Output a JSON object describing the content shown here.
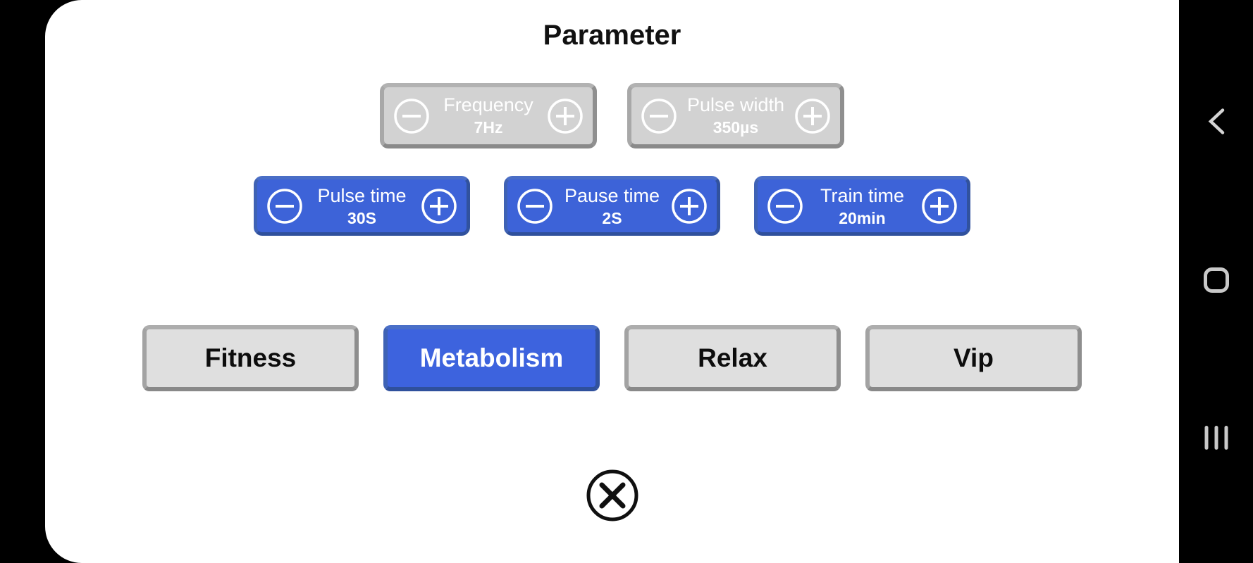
{
  "title": "Parameter",
  "colors": {
    "accent_blue": "#3d63d8",
    "selected_mode_blue": "#3d63de",
    "disabled_panel_gray": "#d2d2d2",
    "mode_button_gray": "#dfdfdf",
    "navbar_black": "#000000",
    "panel_white": "#ffffff"
  },
  "disabled_params": [
    {
      "label": "Frequency",
      "value": "7Hz"
    },
    {
      "label": "Pulse width",
      "value": "350µs"
    }
  ],
  "active_params": [
    {
      "label": "Pulse time",
      "value": "30S"
    },
    {
      "label": "Pause time",
      "value": "2S"
    },
    {
      "label": "Train time",
      "value": "20min"
    }
  ],
  "modes": [
    {
      "label": "Fitness"
    },
    {
      "label": "Metabolism"
    },
    {
      "label": "Relax"
    },
    {
      "label": "Vip"
    }
  ],
  "selected_mode": "Metabolism",
  "icons": {
    "minus": "minus-circle",
    "plus": "plus-circle",
    "close": "x-circle",
    "nav_back": "back-chevron",
    "nav_home": "home-rounded-square",
    "nav_recents": "recents-three-bars"
  }
}
